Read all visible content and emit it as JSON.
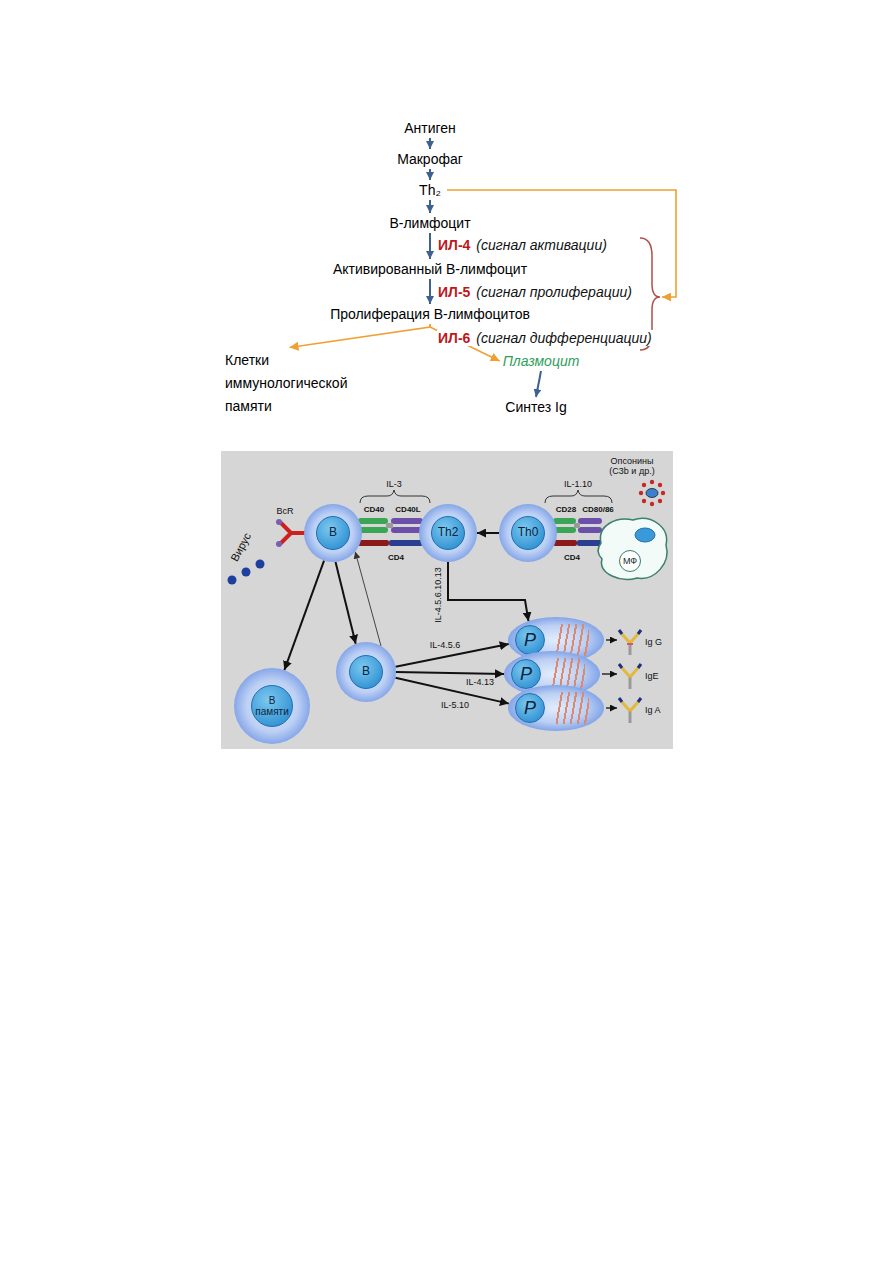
{
  "diagram": {
    "nodes": [
      {
        "text": [
          "Антиген"
        ]
      },
      {
        "text": [
          "Макрофаг"
        ]
      },
      {
        "text": [
          "Th₂"
        ]
      },
      {
        "text": [
          "В-лимфоцит"
        ]
      },
      {
        "text": [
          "Активированный В-лимфоцит"
        ]
      },
      {
        "text": [
          "Пролиферация В-лимфоцитов"
        ]
      },
      {
        "text": [
          "Клетки иммунологической памяти"
        ]
      },
      {
        "text": [
          "Плазмоцит"
        ]
      },
      {
        "text": [
          "Синтез Ig"
        ]
      },
      {
        "text": [
          "B"
        ]
      },
      {
        "text": [
          "Th2"
        ]
      },
      {
        "text": [
          "Th0"
        ]
      },
      {
        "text": [
          "МФ"
        ]
      },
      {
        "text": [
          "B"
        ]
      },
      {
        "text": [
          "В памяти"
        ]
      },
      {
        "text": [
          "P"
        ]
      },
      {
        "text": [
          "P"
        ]
      },
      {
        "text": [
          "P"
        ]
      }
    ],
    "edges": [
      {
        "from": 0,
        "to": 1,
        "arrow": "to"
      },
      {
        "from": 1,
        "to": 2,
        "arrow": "to"
      },
      {
        "from": 2,
        "to": 3,
        "arrow": "to"
      },
      {
        "from": 3,
        "to": 4,
        "arrow": "to"
      },
      {
        "from": 4,
        "to": 5,
        "arrow": "to"
      },
      {
        "from": 5,
        "to": 6,
        "arrow": "to"
      },
      {
        "from": 5,
        "to": 7,
        "arrow": "to"
      },
      {
        "from": 7,
        "to": 8,
        "arrow": "to"
      },
      {
        "from": 11,
        "to": 10,
        "arrow": "to"
      },
      {
        "from": 9,
        "to": 14,
        "arrow": "to"
      },
      {
        "from": 9,
        "to": 13,
        "arrow": "to"
      },
      {
        "from": 13,
        "to": 9,
        "arrow": "to"
      },
      {
        "from": 10,
        "to": 15,
        "label": "IL-4.5.6.10.13",
        "arrow": "to"
      },
      {
        "from": 13,
        "to": 15,
        "label": "IL-4.5.6",
        "arrow": "to"
      },
      {
        "from": 13,
        "to": 16,
        "label": "IL-4.13",
        "arrow": "to"
      },
      {
        "from": 13,
        "to": 17,
        "label": "IL-5.10",
        "arrow": "to"
      }
    ],
    "labels": [
      "ИЛ-4",
      "(сигнал активации)",
      "ИЛ-5",
      "(сигнал пролиферации)",
      "ИЛ-6",
      "(сигнал дифференциации)",
      "Опсонины (С3b и др.)",
      "IL-3",
      "IL-1.10",
      "BcR",
      "CD40",
      "CD40L",
      "CD4",
      "CD28",
      "CD80/86",
      "CD4",
      "Вирус",
      "Ig G",
      "IgE",
      "Ig A"
    ]
  }
}
